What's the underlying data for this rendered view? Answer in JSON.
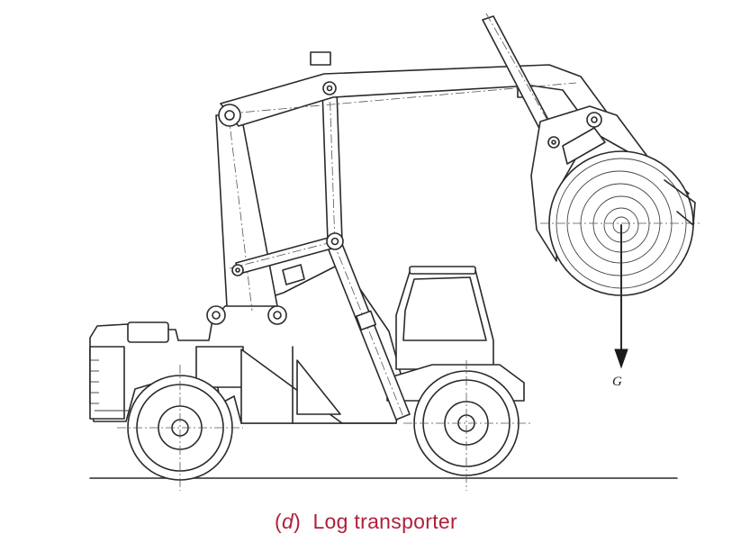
{
  "diagram": {
    "force_label": "G",
    "caption_letter": "d",
    "caption_open": "(",
    "caption_close": ")",
    "caption_text": "Log transporter"
  },
  "colors": {
    "line": "#2a2a2a",
    "caption": "#b0203a",
    "background": "#ffffff"
  }
}
